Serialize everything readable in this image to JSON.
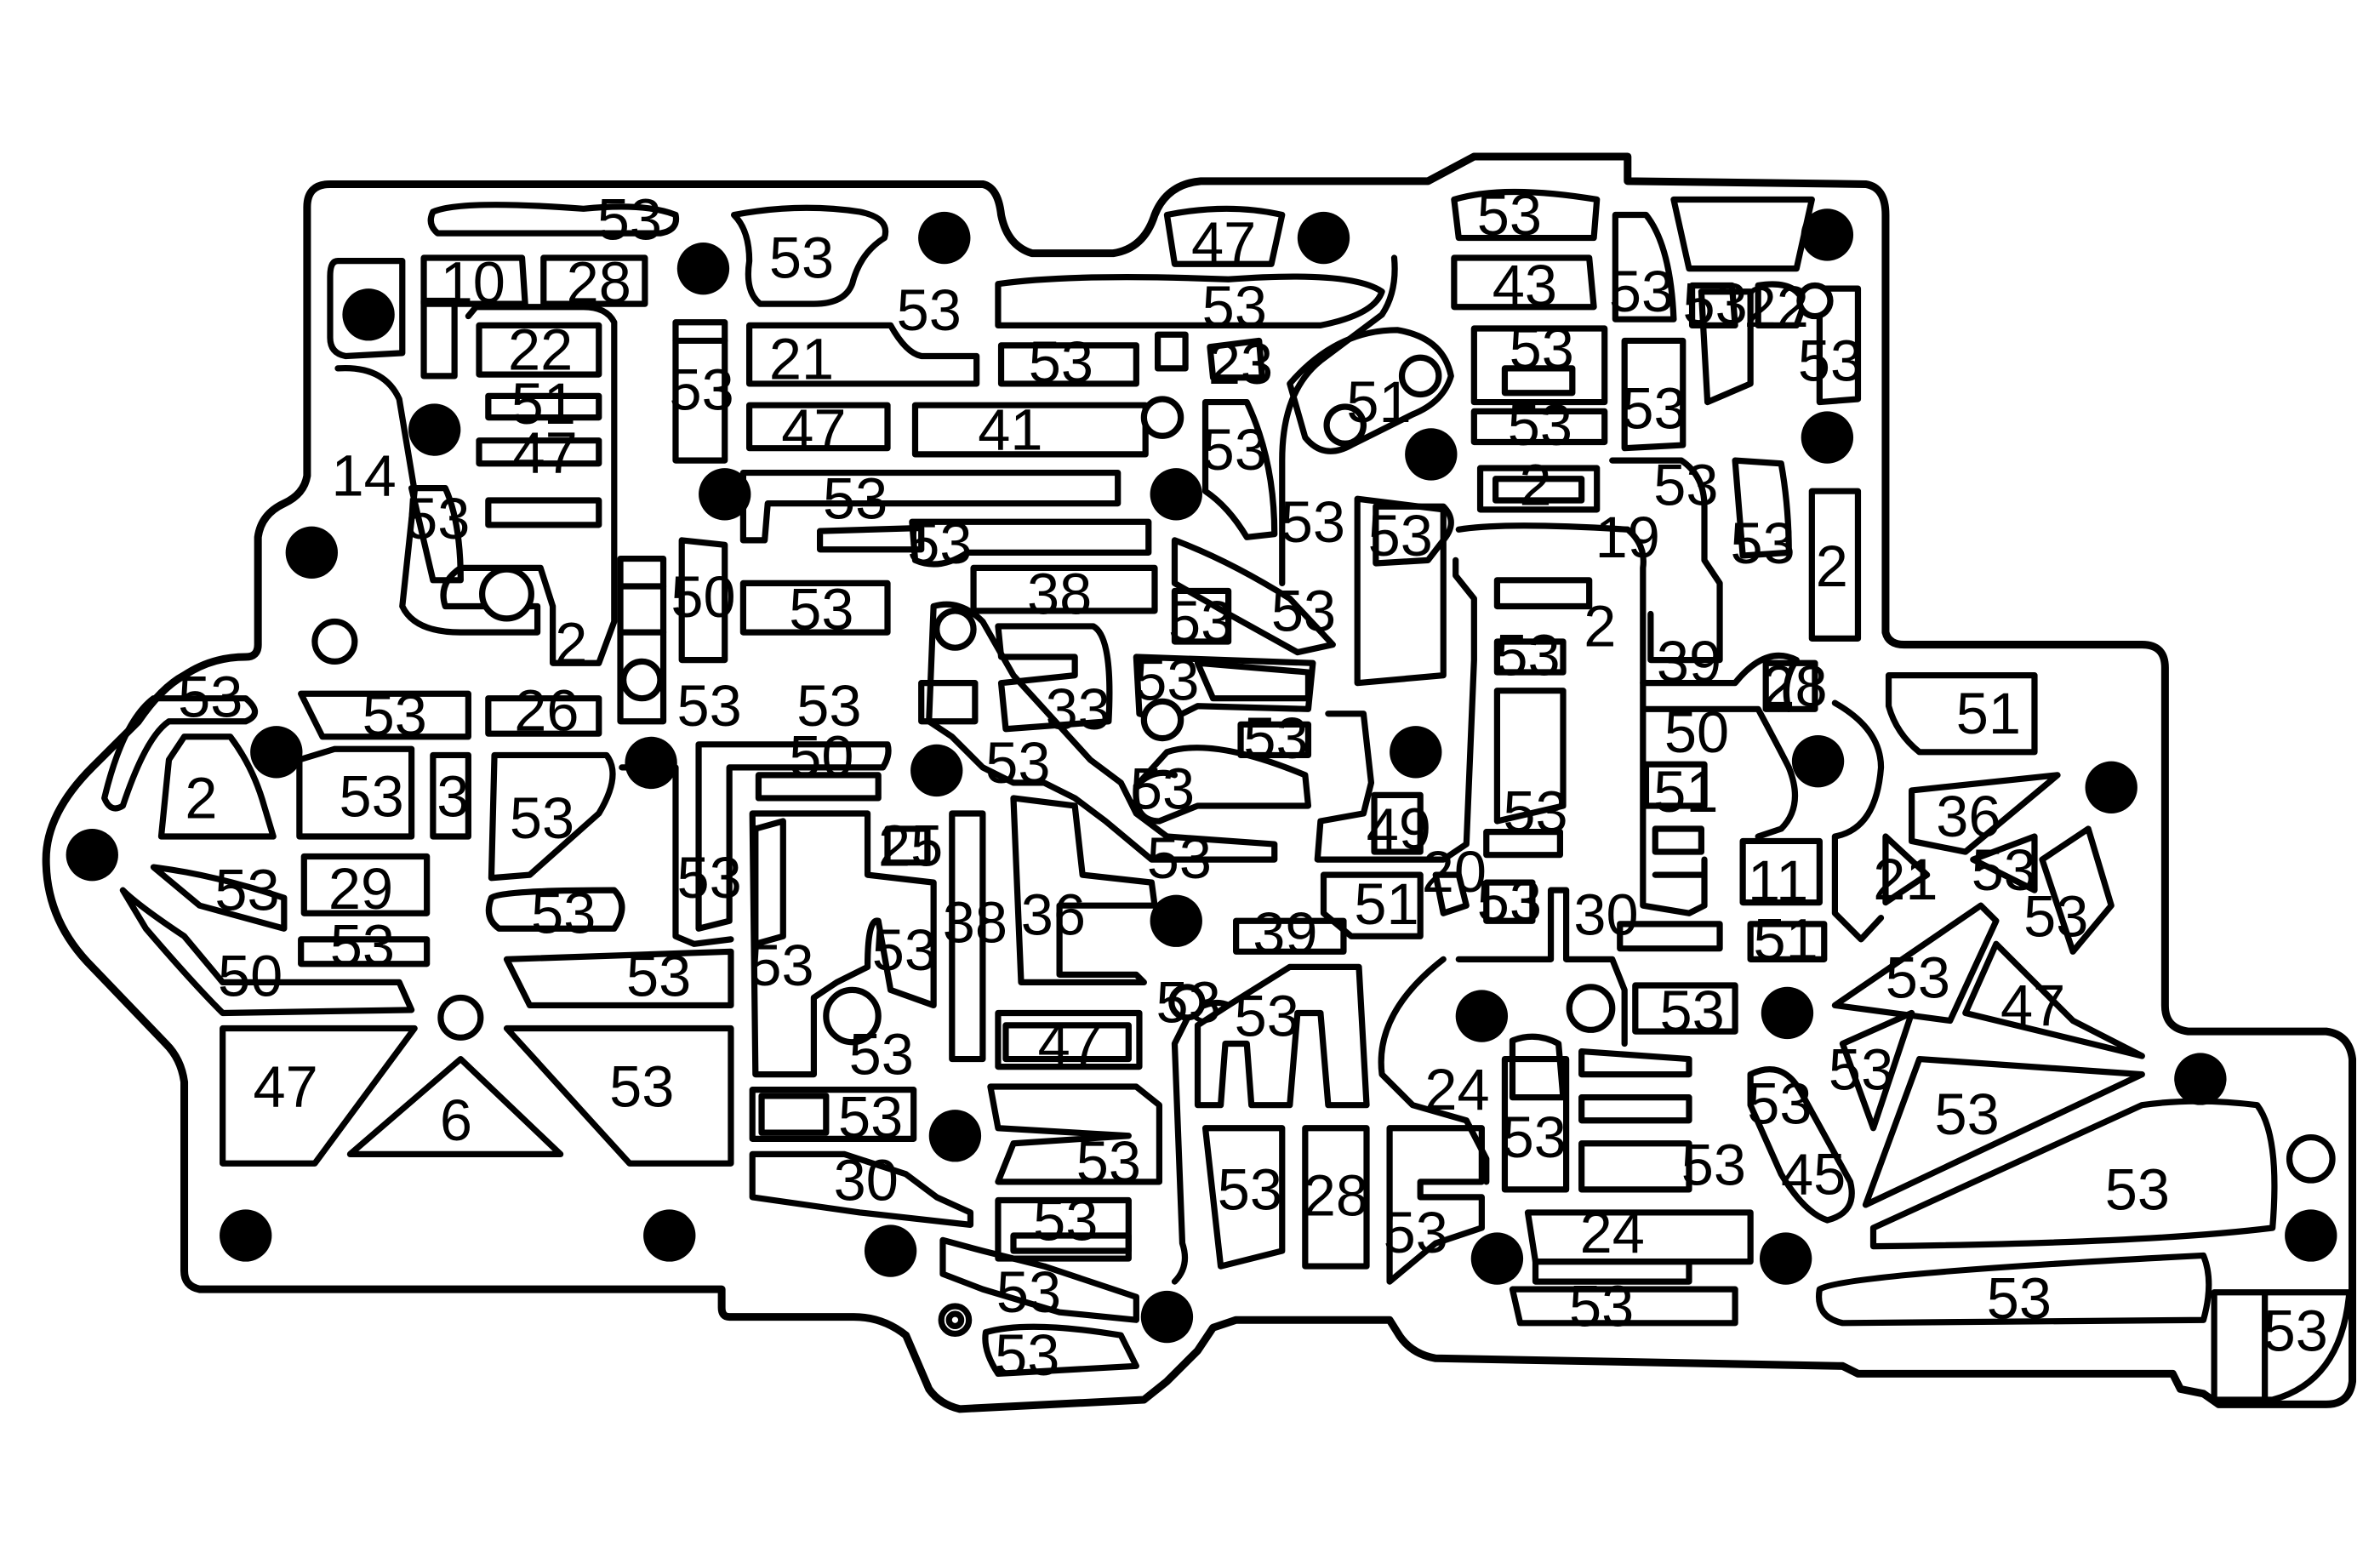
{
  "diagram": {
    "labels": [
      "53",
      "53",
      "53",
      "53",
      "10",
      "28",
      "47",
      "53",
      "43",
      "53",
      "53",
      "22",
      "22",
      "21",
      "53",
      "53",
      "23",
      "53",
      "53",
      "51",
      "53",
      "47",
      "47",
      "41",
      "51",
      "53",
      "14",
      "53",
      "53",
      "53",
      "53",
      "53",
      "53",
      "2",
      "53",
      "53",
      "19",
      "2",
      "50",
      "38",
      "53",
      "53",
      "53",
      "2",
      "2",
      "53",
      "39",
      "53",
      "53",
      "28",
      "53",
      "53",
      "33",
      "53",
      "26",
      "53",
      "51",
      "53",
      "50",
      "50",
      "53",
      "2",
      "53",
      "3",
      "53",
      "51",
      "36",
      "49",
      "53",
      "25",
      "53",
      "11",
      "20",
      "53",
      "29",
      "53",
      "21",
      "53",
      "53",
      "51",
      "53",
      "38",
      "36",
      "53",
      "30",
      "53",
      "51",
      "53",
      "53",
      "39",
      "50",
      "53",
      "53",
      "53",
      "47",
      "53",
      "53",
      "53",
      "47",
      "53",
      "47",
      "53",
      "53",
      "53",
      "53",
      "6",
      "53",
      "24",
      "53",
      "53",
      "45",
      "30",
      "53",
      "28",
      "53",
      "53",
      "24",
      "53",
      "53",
      "53",
      "53",
      "53",
      "53",
      "5",
      "53",
      "53",
      "53",
      "53",
      "53",
      "7"
    ]
  }
}
